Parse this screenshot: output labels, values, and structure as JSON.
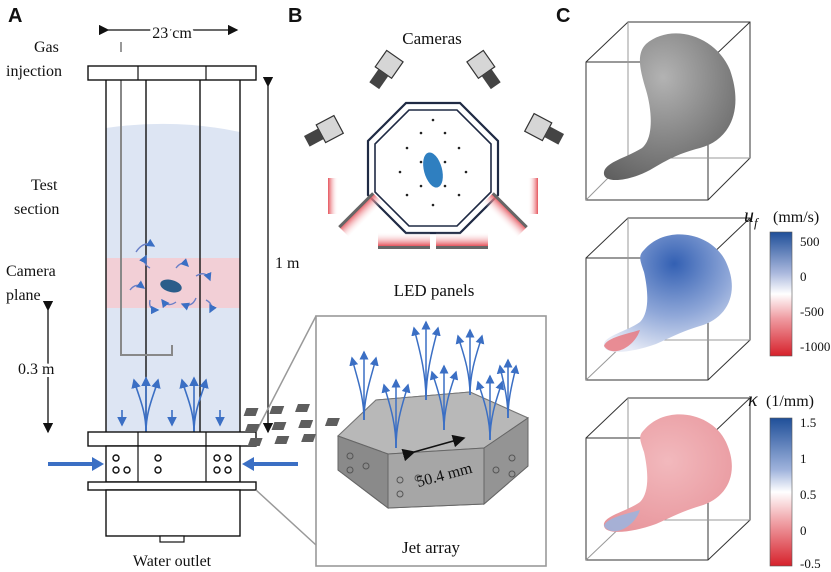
{
  "panels": {
    "a": {
      "letter": "A",
      "width_label": "23 cm",
      "gas_injection": [
        "Gas",
        "injection"
      ],
      "test_section": [
        "Test",
        "section"
      ],
      "camera_plane": [
        "Camera",
        "plane"
      ],
      "height_label": "1 m",
      "plane_height_label": "0.3 m",
      "water_outlet": "Water outlet"
    },
    "b": {
      "letter": "B",
      "cameras_label": "Cameras",
      "led_label": "LED panels",
      "jet_spacing_label": "50.4 mm",
      "jet_array_label": "Jet array"
    },
    "c": {
      "letter": "C",
      "colorbar_velocity": {
        "symbol": "u",
        "subscript": "f",
        "unit": "(mm/s)",
        "ticks": [
          "500",
          "0",
          "-500",
          "-1000"
        ]
      },
      "colorbar_curvature": {
        "symbol": "κ",
        "unit": "(1/mm)",
        "ticks": [
          "1.5",
          "1",
          "0.5",
          "0",
          "-0.5"
        ]
      }
    }
  },
  "colors": {
    "water": "#dde5f3",
    "camera_plane": "#f2cfd6",
    "arrow_blue": "#3b6fc4",
    "bubble": "#2f7fc0",
    "surface_gray": "#8a8a8a",
    "frame_dark": "#1f2a44",
    "led_red": "#e5545c"
  }
}
